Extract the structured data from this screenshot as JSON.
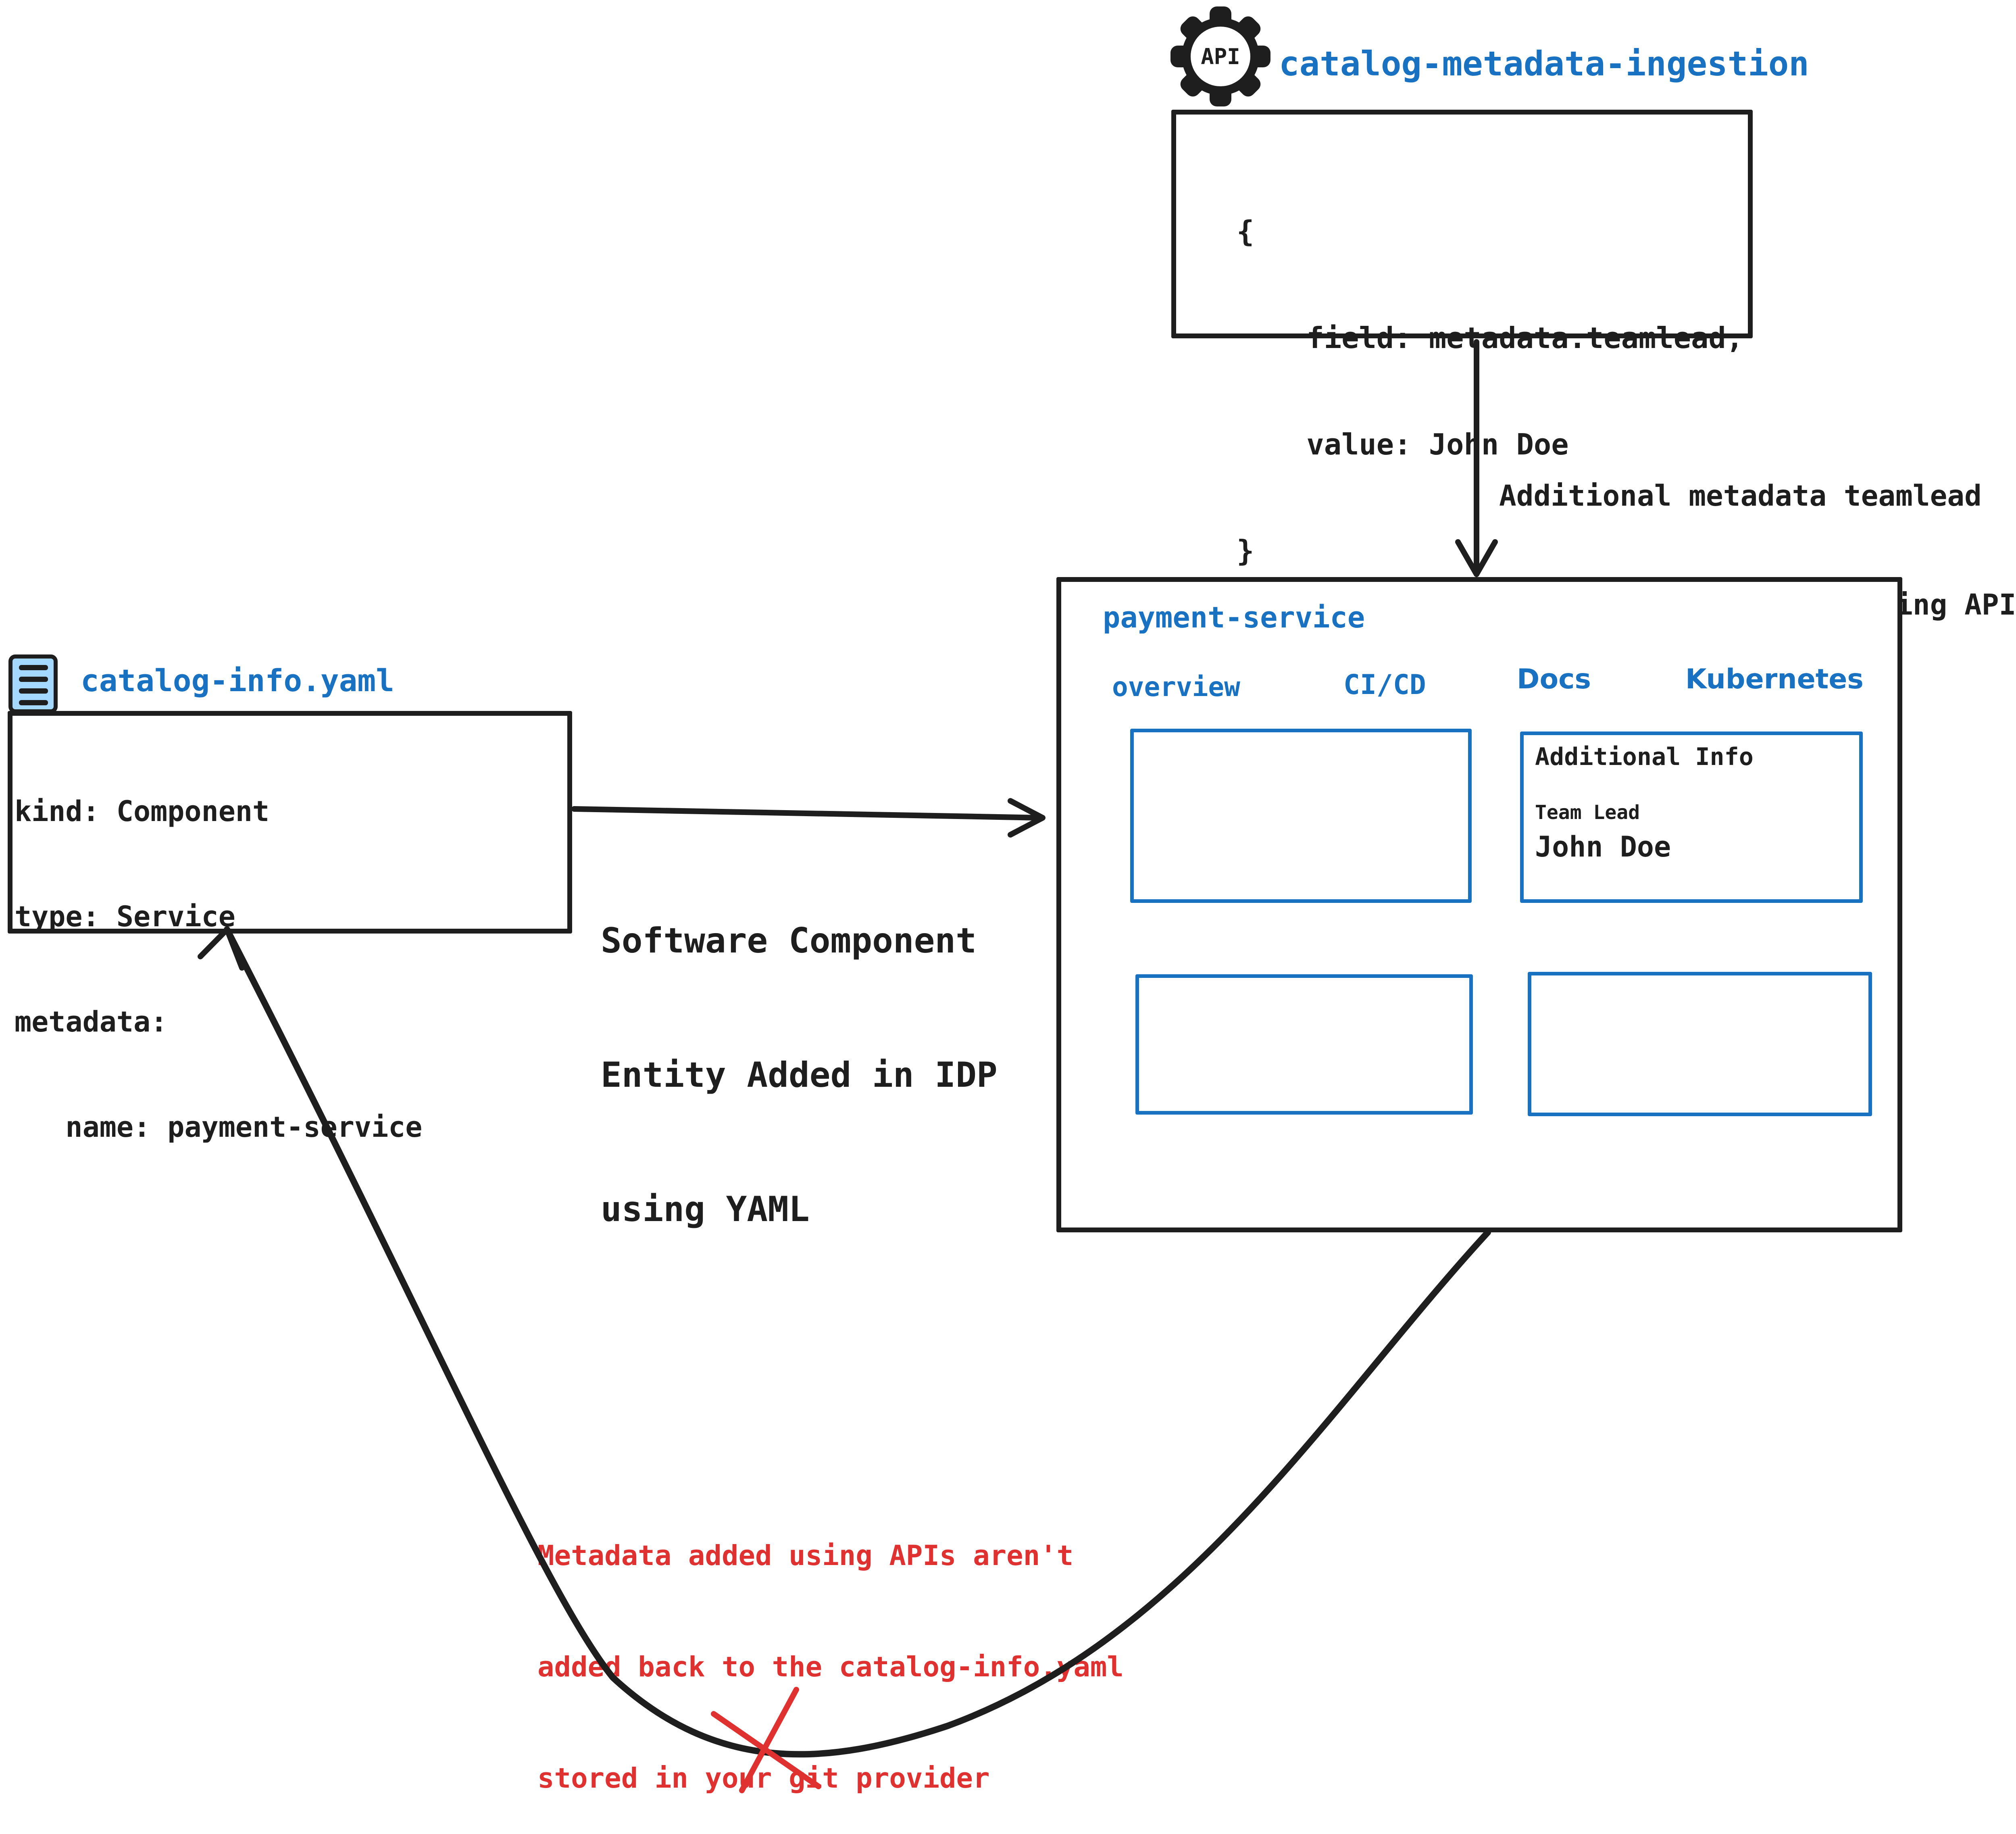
{
  "colors": {
    "accent_blue": "#1971c2",
    "warning_red": "#e03131",
    "ink_black": "#1e1e1e",
    "file_icon_fill": "#a5d8ff"
  },
  "api_service": {
    "icon": "api-gear-icon",
    "icon_label": "API",
    "title": "catalog-metadata-ingestion",
    "code_lines": [
      "{",
      "    field: metadata.teamlead,",
      "    value: John Doe",
      "}"
    ]
  },
  "ingest_arrow_label": {
    "lines": [
      "Additional metadata teamlead",
      "added to the catalog using APIs"
    ]
  },
  "idp": {
    "title": "payment-service",
    "tabs": [
      {
        "label": "overview"
      },
      {
        "label": "CI/CD"
      },
      {
        "label": "Docs"
      },
      {
        "label": "Kubernetes"
      }
    ],
    "additional_info": {
      "title": "Additional Info",
      "field_label": "Team Lead",
      "field_value": "John Doe"
    }
  },
  "catalog_file": {
    "icon": "yaml-file-icon",
    "title": "catalog-info.yaml",
    "yaml_lines": [
      "kind: Component",
      "type: Service",
      "metadata:",
      "   name: payment-service"
    ]
  },
  "yaml_arrow_label": {
    "lines": [
      "Software Component",
      "Entity Added in IDP",
      "using YAML"
    ]
  },
  "feedback_note": {
    "lines": [
      "Metadata added using APIs aren't",
      "added back to the catalog-info.yaml",
      "stored in your git provider"
    ]
  }
}
